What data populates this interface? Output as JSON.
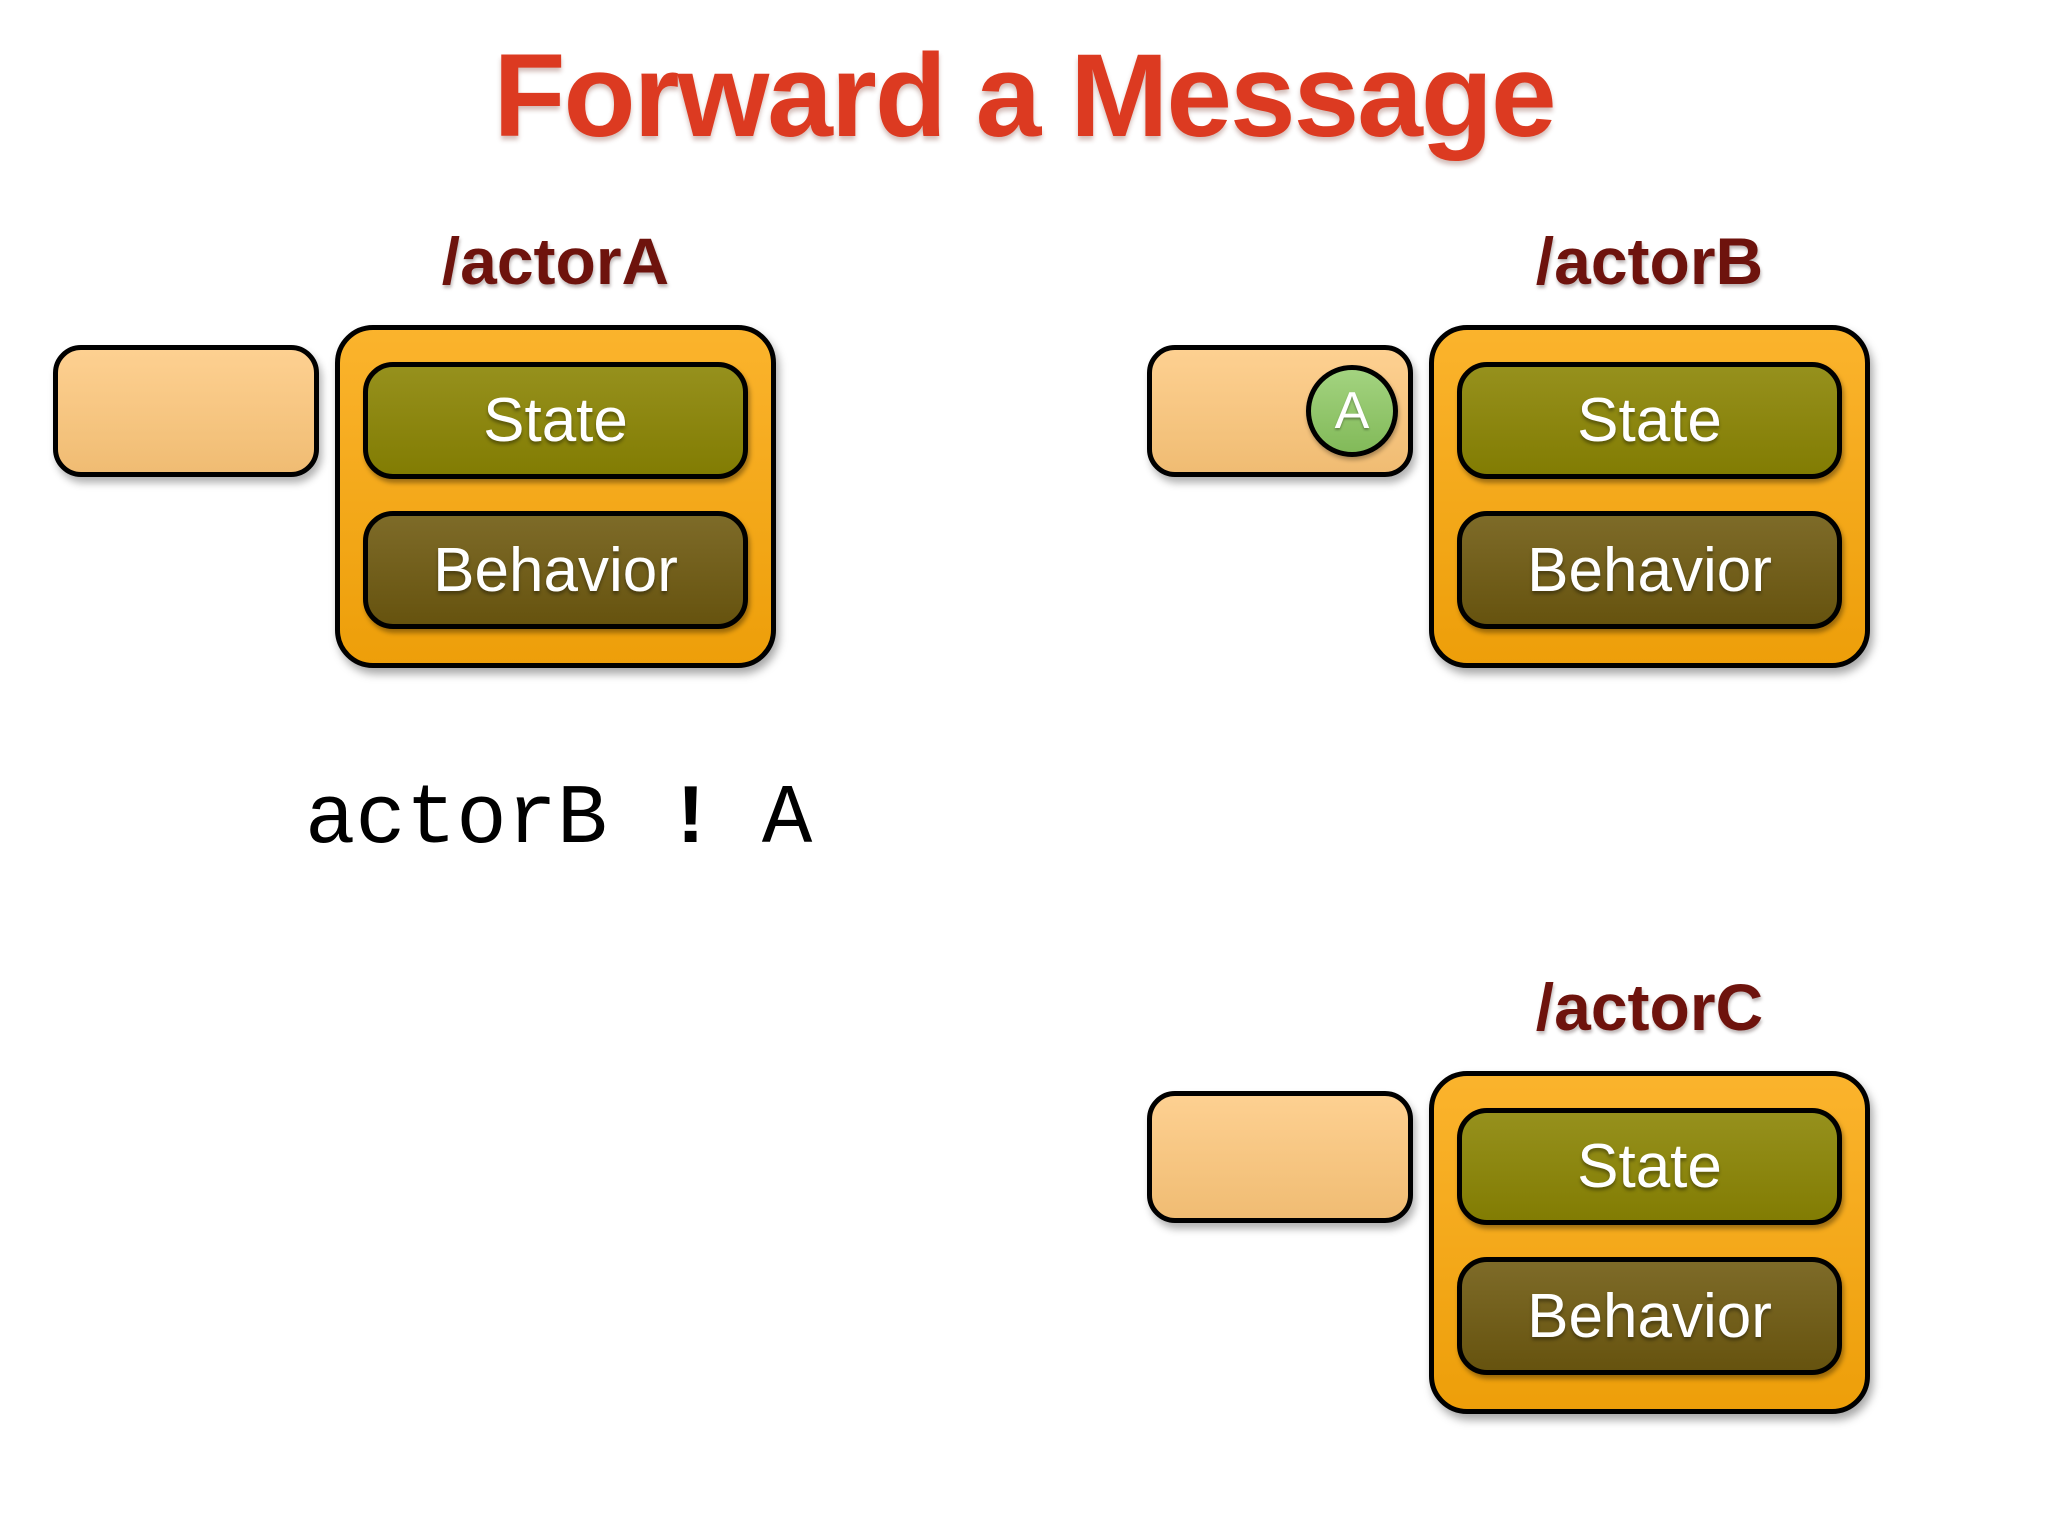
{
  "slide": {
    "title": "Forward a Message"
  },
  "actors": [
    {
      "path": "/actorA",
      "state_label": "State",
      "behavior_label": "Behavior",
      "mailbox_messages": []
    },
    {
      "path": "/actorB",
      "state_label": "State",
      "behavior_label": "Behavior",
      "mailbox_messages": [
        "A"
      ]
    },
    {
      "path": "/actorC",
      "state_label": "State",
      "behavior_label": "Behavior",
      "mailbox_messages": []
    }
  ],
  "code": {
    "target": "actorB",
    "operator": "!",
    "message": "A",
    "full_text": "actorB ! A"
  },
  "colors": {
    "title_text": "#DC3A21",
    "actor_path_text": "#6E130D",
    "actor_box_fill": "#FAA70A",
    "state_box_fill": "#8A8403",
    "behavior_box_fill": "#6F5A10",
    "mailbox_fill": "#FDC679",
    "message_token_fill": "#8CC860",
    "outline": "#000000",
    "box_label_text": "#FFFFFF",
    "code_text": "#000000"
  }
}
